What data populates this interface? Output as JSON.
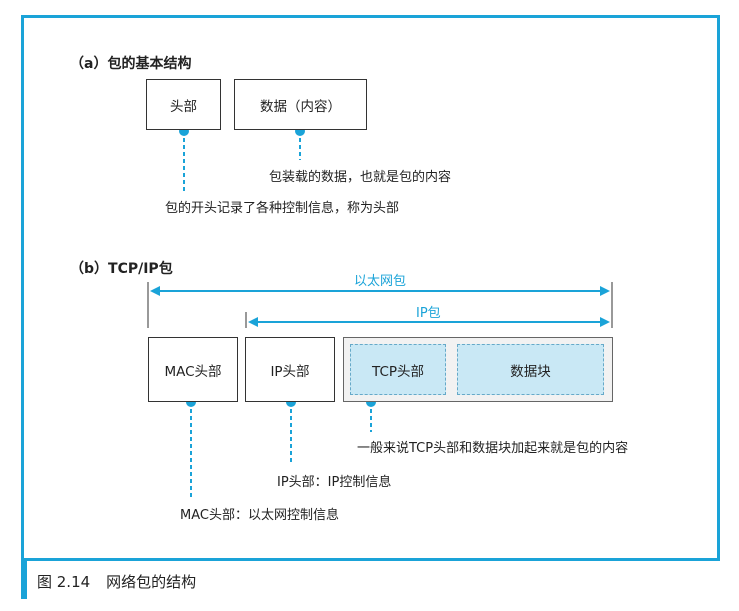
{
  "section_a": {
    "title": "（a）包的基本结构",
    "header_box": "头部",
    "data_box": "数据（内容）",
    "data_note": "包装载的数据，也就是包的内容",
    "header_note": "包的开头记录了各种控制信息，称为头部"
  },
  "section_b": {
    "title": "（b）TCP/IP包",
    "span_outer": "以太网包",
    "span_inner": "IP包",
    "mac_box": "MAC头部",
    "ip_box": "IP头部",
    "tcp_box": "TCP头部",
    "datablock_box": "数据块",
    "tcp_note": "一般来说TCP头部和数据块加起来就是包的内容",
    "ip_note": "IP头部：IP控制信息",
    "mac_note": "MAC头部：以太网控制信息"
  },
  "caption": {
    "number": "图 2.14",
    "text": "网络包的结构"
  },
  "colors": {
    "accent": "#1aa3d8",
    "inner_fill": "#c9e8f5",
    "gray_fill": "#f2f2f2"
  }
}
